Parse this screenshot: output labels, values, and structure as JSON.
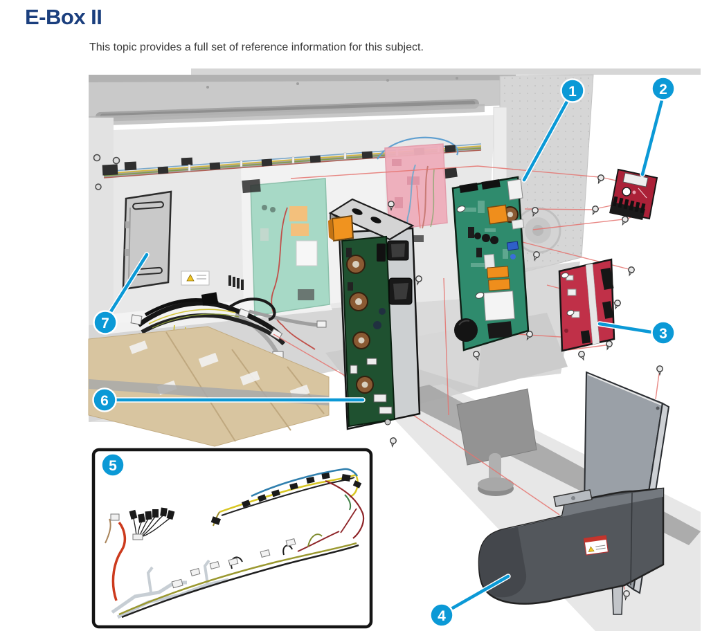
{
  "page": {
    "title": "E-Box II",
    "subtitle": "This topic provides a full set of reference information for this subject."
  },
  "figure": {
    "callouts": [
      {
        "label": "1"
      },
      {
        "label": "2"
      },
      {
        "label": "3"
      },
      {
        "label": "4"
      },
      {
        "label": "5"
      },
      {
        "label": "6"
      },
      {
        "label": "7"
      }
    ],
    "colors": {
      "title_blue": "#1b3f7e",
      "callout_blue": "#0b99d6",
      "alignment_line_red": "#e5736f",
      "pcb_green": "#2f8b6d",
      "pcb_dark_green": "#1f5130",
      "pcb_red": "#b5293f"
    }
  }
}
